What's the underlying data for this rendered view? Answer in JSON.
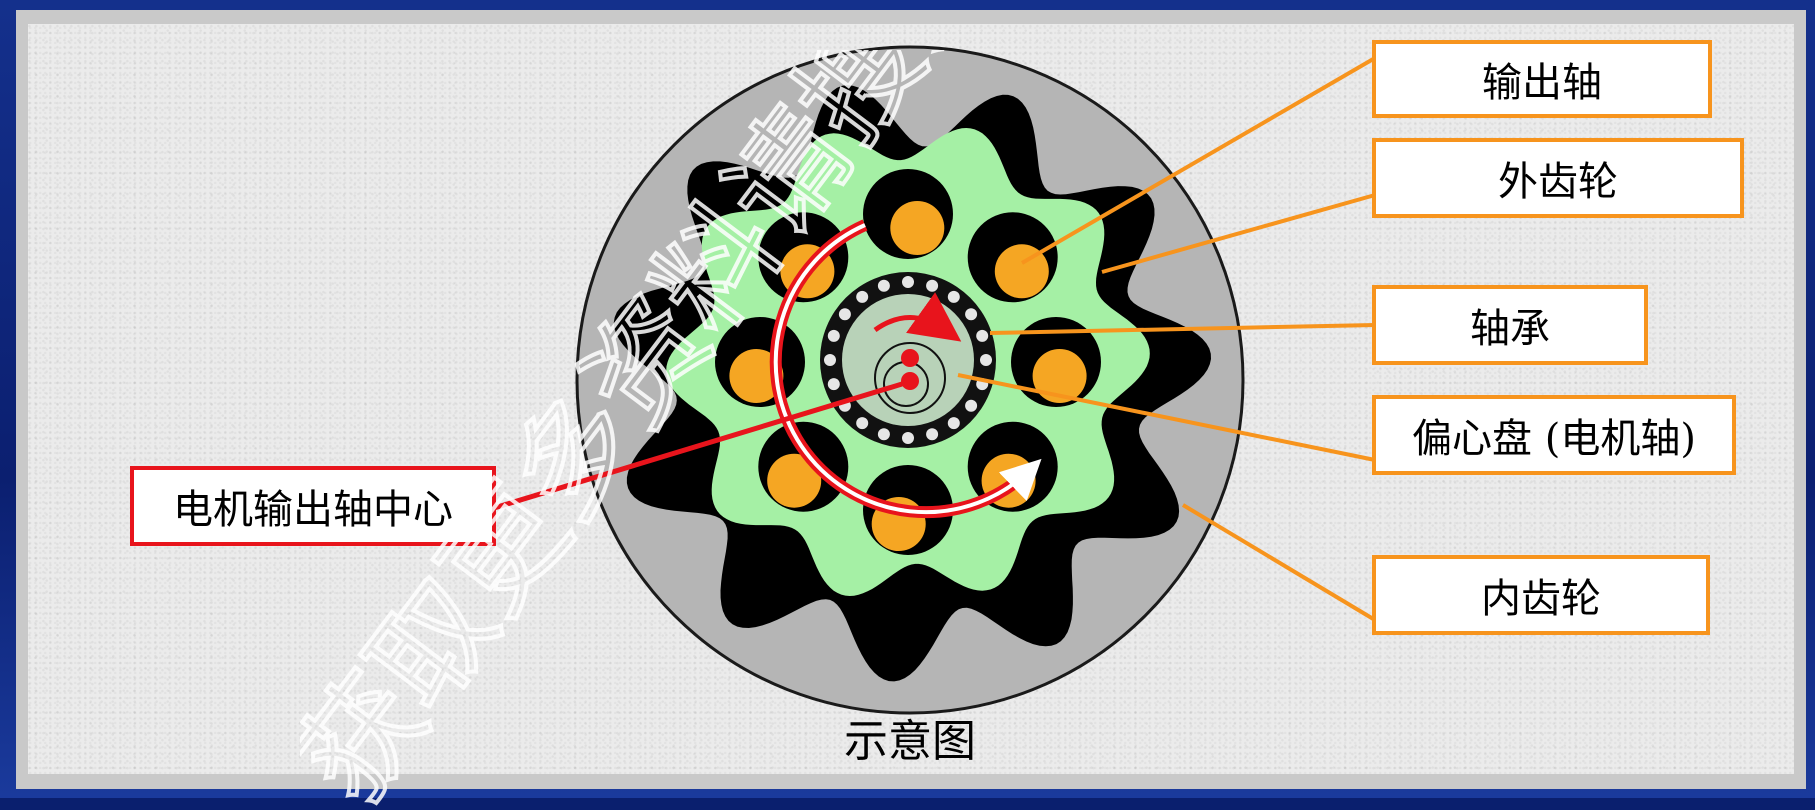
{
  "labels": {
    "output_shaft": "输出轴",
    "external_gear": "外齿轮",
    "bearing": "轴承",
    "eccentric_disk": "偏心盘 (电机轴)",
    "internal_gear": "内齿轮",
    "motor_output_center": "电机输出轴中心"
  },
  "caption": "示意图",
  "watermark": "获取更多资料请搜索",
  "colors": {
    "callout_orange": "#f7941d",
    "callout_red": "#e8141c",
    "external_gear": "#a5f0a5",
    "output_pin": "#f5a623",
    "housing": "#b5b5b5"
  }
}
